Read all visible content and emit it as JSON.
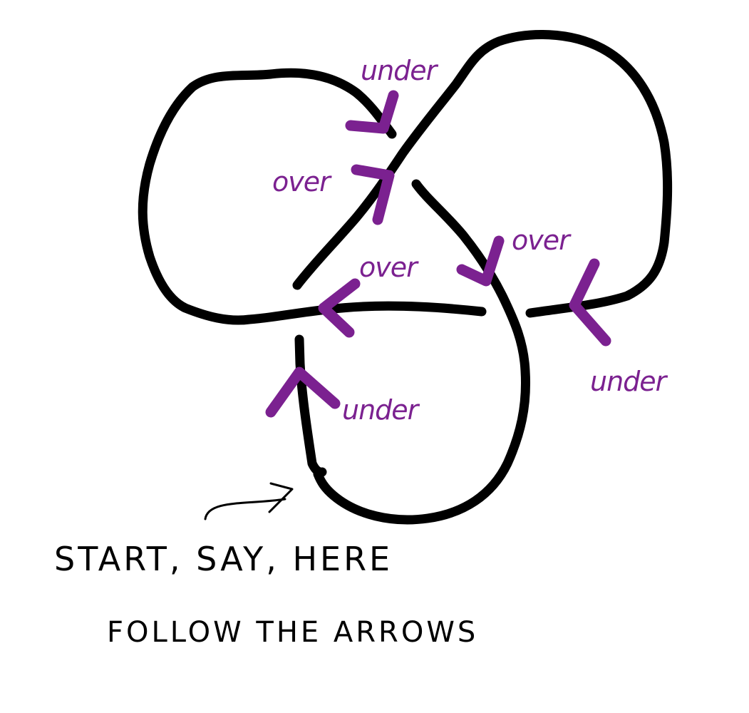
{
  "diagram": {
    "type": "knot-diagram",
    "knot": "trefoil",
    "colors": {
      "strand": "#000000",
      "annotation": "#7b2190",
      "background": "#ffffff"
    },
    "crossings": [
      {
        "id": "top",
        "label_1": "under",
        "label_2": "over"
      },
      {
        "id": "center-right",
        "label_1": "over",
        "label_2": "under"
      },
      {
        "id": "center-left",
        "label_1": "over",
        "label_2": "under"
      }
    ],
    "labels": {
      "top_under": "under",
      "top_over": "over",
      "middle_over": "over",
      "right_over": "over",
      "right_under": "under",
      "bottom_under": "under"
    },
    "notes": {
      "start": "START, SAY, HERE",
      "instruction": "FOLLOW THE ARROWS"
    },
    "icons": [
      "direction-arrow",
      "start-pointer-arrow"
    ]
  }
}
